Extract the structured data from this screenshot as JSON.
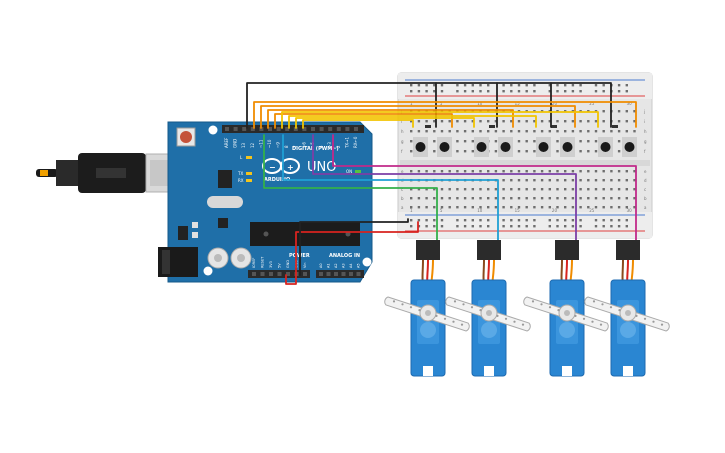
{
  "arduino": {
    "brand": "ARDUINO",
    "model": "UNO",
    "digital_label": "DIGITAL (PWM~)",
    "power_label": "POWER",
    "analog_label": "ANALOG IN",
    "tx_label": "TX",
    "rx_label": "RX",
    "l_label": "L",
    "on_label": "ON",
    "top_pins": [
      "AREF",
      "GND",
      "13",
      "12",
      "~11",
      "~10",
      "~9",
      "8",
      "7",
      "~6",
      "~5",
      "4",
      "~3",
      "2",
      "TX→1",
      "RX←0"
    ],
    "power_pins": [
      "IOREF",
      "RESET",
      "3V3",
      "5V",
      "GND",
      "GND",
      "Vin"
    ],
    "analog_pins": [
      "A0",
      "A1",
      "A2",
      "A3",
      "A4",
      "A5"
    ]
  },
  "breadboard": {
    "row_letters_top": [
      "j",
      "i",
      "h",
      "g",
      "f"
    ],
    "row_letters_bottom": [
      "e",
      "d",
      "c",
      "b",
      "a"
    ],
    "column_numbers": [
      "1",
      "5",
      "10",
      "15",
      "20",
      "25",
      "30"
    ]
  },
  "wire_colors": {
    "black": "#222222",
    "red": "#d8231f",
    "orange": "#f08c00",
    "yellow": "#f2c400",
    "green": "#33b04a",
    "blue": "#1fa0d4",
    "purple": "#7c3fa6",
    "magenta": "#c12a8a",
    "board_blue": "#1f6fa8",
    "servo_blue": "#2a86d2"
  },
  "icons": [
    "usb-plug-icon",
    "pushbutton-icon",
    "servo-motor-icon",
    "reset-button-icon"
  ]
}
